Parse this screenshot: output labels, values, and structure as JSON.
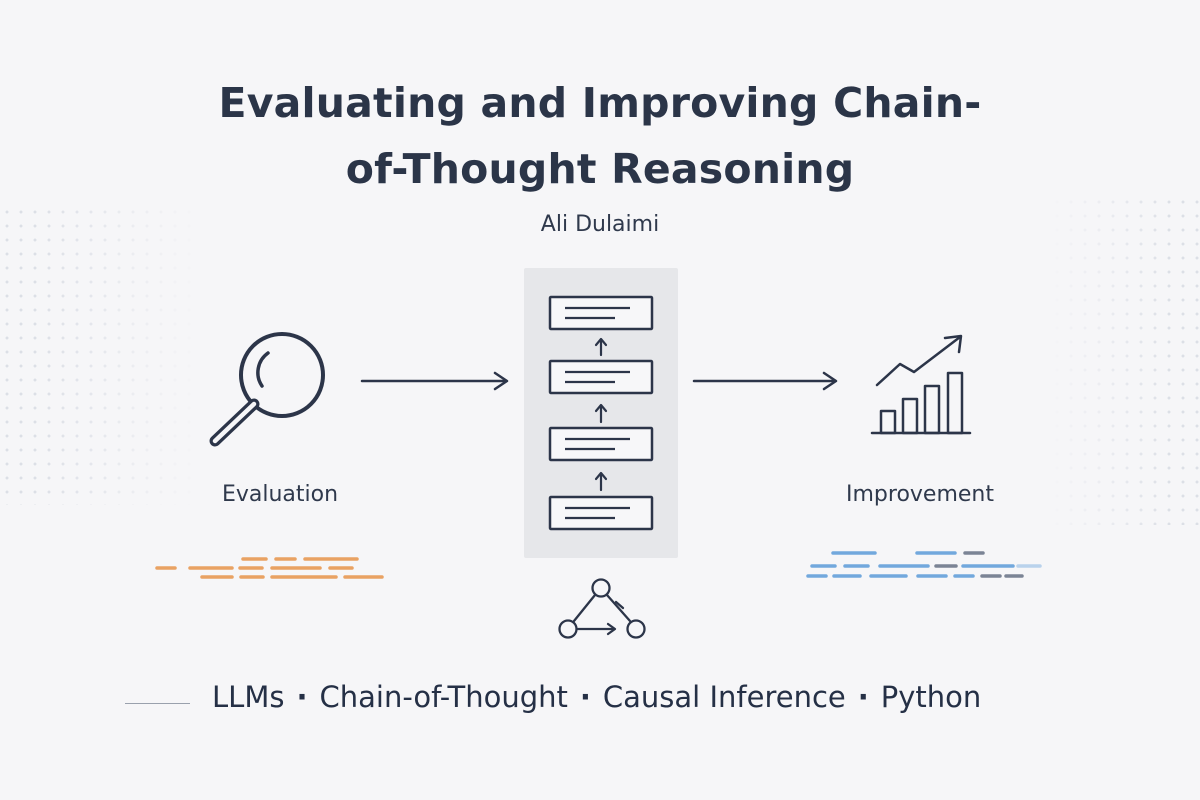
{
  "title": {
    "line1": "Evaluating and Improving Chain-",
    "line2": "of-Thought Reasoning"
  },
  "author": "Ali Dulaimi",
  "diagram": {
    "left_label": "Evaluation",
    "right_label": "Improvement",
    "chain_step_count": 4,
    "icons": {
      "left": "magnifier-icon",
      "right": "bar-chart-trending-up-icon",
      "bottom": "causal-graph-icon"
    }
  },
  "topics": [
    "LLMs",
    "Chain-of-Thought",
    "Causal Inference",
    "Python"
  ],
  "topic_separator": "·",
  "colors": {
    "background": "#f6f6f8",
    "text": "#2a3447",
    "evaluation_accent": "#e9a263",
    "improvement_accent": "#72a8dd",
    "improvement_secondary": "#7b8495"
  }
}
